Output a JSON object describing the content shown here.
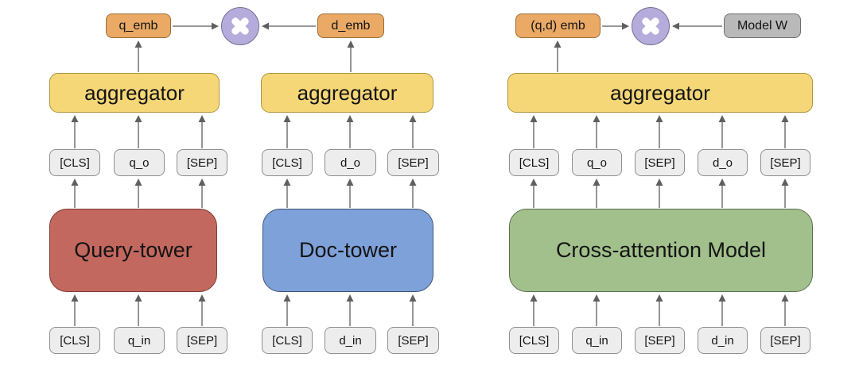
{
  "colors": {
    "orange_fill": "#eaa965",
    "orange_border": "#9a6d38",
    "yellow_fill": "#f5d777",
    "yellow_border": "#b0953f",
    "red_fill": "#c3685e",
    "red_border": "#7e3b36",
    "blue_fill": "#7ea1da",
    "blue_border": "#3d5377",
    "green_fill": "#a2c08b",
    "green_border": "#5c6e50",
    "purple_fill": "#b5acdc",
    "purple_border": "#726f94",
    "gray_fill": "#b9b9b9",
    "gray_border": "#6e6e6e",
    "token_fill": "#ededed",
    "token_border": "#8f8f8f",
    "arrow": "#5f5f5f",
    "arrow_line": "#8a8a8a"
  },
  "two_tower": {
    "query": {
      "emb_label": "q_emb",
      "aggregator_label": "aggregator",
      "model_label": "Query-tower",
      "outputs": [
        "[CLS]",
        "q_o",
        "[SEP]"
      ],
      "inputs": [
        "[CLS]",
        "q_in",
        "[SEP]"
      ]
    },
    "doc": {
      "emb_label": "d_emb",
      "aggregator_label": "aggregator",
      "model_label": "Doc-tower",
      "outputs": [
        "[CLS]",
        "d_o",
        "[SEP]"
      ],
      "inputs": [
        "[CLS]",
        "d_in",
        "[SEP]"
      ]
    },
    "score_operator": "multiply"
  },
  "cross_attention": {
    "emb_label": "(q,d) emb",
    "weight_label": "Model W",
    "aggregator_label": "aggregator",
    "model_label": "Cross-attention Model",
    "outputs": [
      "[CLS]",
      "q_o",
      "[SEP]",
      "d_o",
      "[SEP]"
    ],
    "inputs": [
      "[CLS]",
      "q_in",
      "[SEP]",
      "d_in",
      "[SEP]"
    ],
    "score_operator": "multiply"
  }
}
